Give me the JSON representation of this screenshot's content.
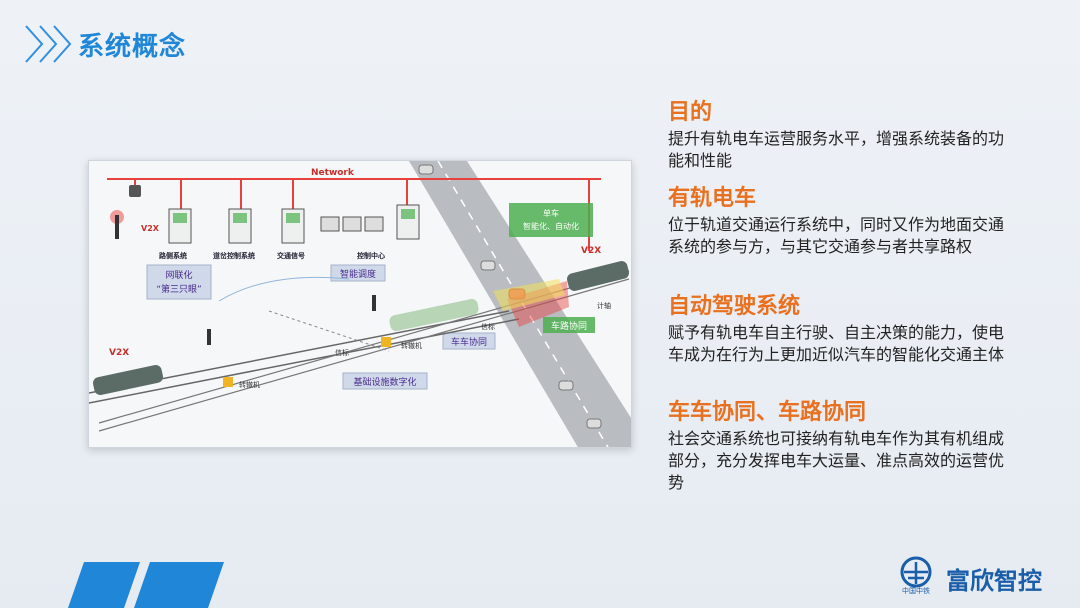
{
  "header": {
    "title": "系统概念"
  },
  "diagram": {
    "network_label": "Network",
    "v2x_left_top": "V2X",
    "v2x_left_bottom": "V2X",
    "v2x_right": "V2X",
    "servers": [
      "路侧系统",
      "道岔控制系统",
      "交通信号",
      "控制中心"
    ],
    "tag_networking": "网联化\n“第三只眼”",
    "tag_networking_line1": "网联化",
    "tag_networking_line2": "“第三只眼”",
    "tag_smart_dispatch": "智能调度",
    "tag_single_car_line1": "单车",
    "tag_single_car_line2": "智能化、自动化",
    "tag_car_car": "车车协同",
    "tag_car_road": "车路协同",
    "tag_infrastructure": "基础设施数字化",
    "label_switch1": "转辙机",
    "label_switch2": "转辙机",
    "label_signal1": "信标",
    "label_signal2": "信标",
    "label_axle": "计轴"
  },
  "sections": [
    {
      "heading": "目的",
      "body": "提升有轨电车运营服务水平，增强系统装备的功能和性能"
    },
    {
      "heading": "有轨电车",
      "body": "位于轨道交通运行系统中，同时又作为地面交通系统的参与方，与其它交通参与者共享路权"
    },
    {
      "heading": "自动驾驶系统",
      "body": "赋予有轨电车自主行驶、自主决策的能力，使电车成为在行为上更加近似汽车的智能化交通主体"
    },
    {
      "heading": "车车协同、车路协同",
      "body": "社会交通系统也可接纳有轨电车作为其有机组成部分，充分发挥电车大运量、准点高效的运营优势"
    }
  ],
  "footer": {
    "logo_name": "富欣智控",
    "logo_sub": "中国中铁"
  },
  "colors": {
    "title": "#1f86d8",
    "heading": "#e8701e",
    "logo": "#1a5da8",
    "network_line": "#e8413d"
  }
}
